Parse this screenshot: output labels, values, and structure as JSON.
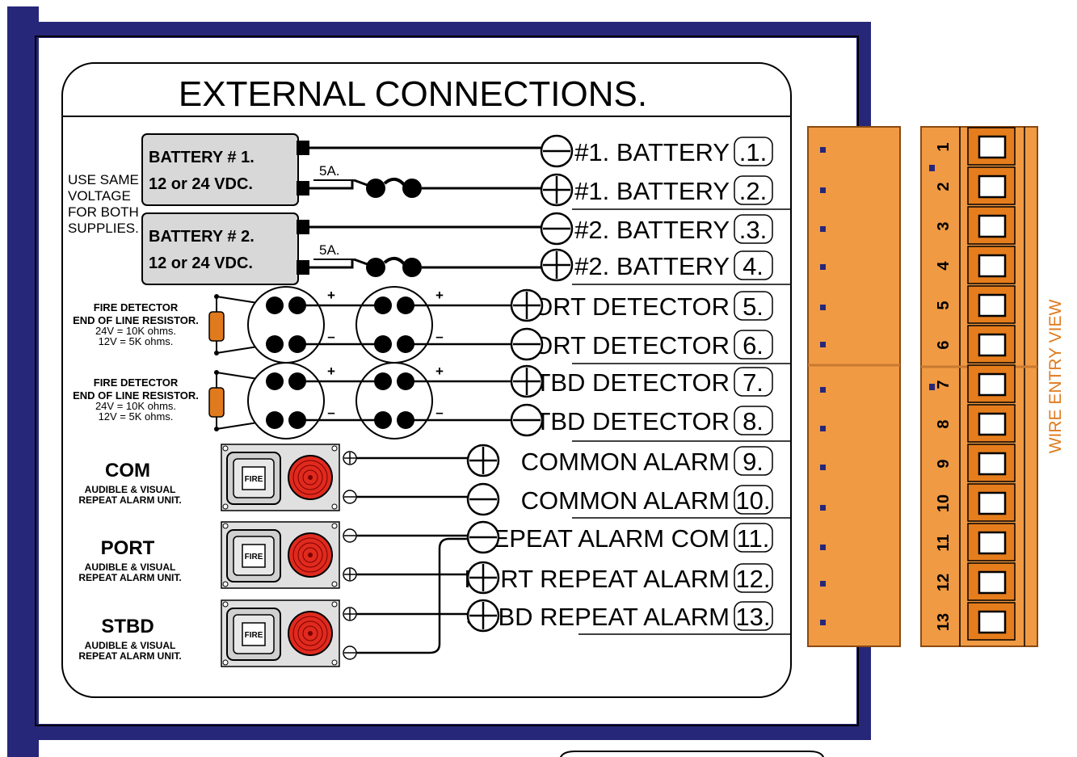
{
  "title": "EXTERNAL CONNECTIONS.",
  "note": [
    "USE SAME",
    "VOLTAGE",
    "FOR BOTH",
    "SUPPLIES."
  ],
  "batteries": [
    {
      "name": "BATTERY # 1.",
      "voltage": "12 or 24 VDC.",
      "fuse": "5A."
    },
    {
      "name": "BATTERY # 2.",
      "voltage": "12 or 24 VDC.",
      "fuse": "5A."
    }
  ],
  "resistor_notes": [
    {
      "l1": "FIRE DETECTOR",
      "l2": "END OF LINE RESISTOR.",
      "l3": "24V = 10K ohms.",
      "l4": "12V =   5K ohms."
    },
    {
      "l1": "FIRE DETECTOR",
      "l2": "END OF LINE RESISTOR.",
      "l3": "24V = 10K ohms.",
      "l4": "12V =   5K ohms."
    }
  ],
  "alarm_units": [
    {
      "name": "COM",
      "l1": "AUDIBLE & VISUAL",
      "l2": "REPEAT ALARM UNIT.",
      "badge": "FIRE"
    },
    {
      "name": "PORT",
      "l1": "AUDIBLE & VISUAL",
      "l2": "REPEAT ALARM UNIT.",
      "badge": "FIRE"
    },
    {
      "name": "STBD",
      "l1": "AUDIBLE & VISUAL",
      "l2": "REPEAT ALARM UNIT.",
      "badge": "FIRE"
    }
  ],
  "terminals": [
    {
      "label": "#1. BATTERY",
      "num": ".1."
    },
    {
      "label": "#1. BATTERY",
      "num": ".2."
    },
    {
      "label": "#2. BATTERY",
      "num": ".3."
    },
    {
      "label": "#2. BATTERY",
      "num": "4."
    },
    {
      "label": "PORT DETECTOR",
      "num": "5."
    },
    {
      "label": "PORT DETECTOR",
      "num": "6."
    },
    {
      "label": "STBD DETECTOR",
      "num": "7."
    },
    {
      "label": "STBD DETECTOR",
      "num": "8."
    },
    {
      "label": "COMMON ALARM",
      "num": "9."
    },
    {
      "label": "COMMON ALARM",
      "num": "10."
    },
    {
      "label": "REPEAT ALARM COM",
      "num": "11."
    },
    {
      "label": "PORT REPEAT ALARM",
      "num": "12."
    },
    {
      "label": "STBD REPEAT ALARM",
      "num": "13."
    }
  ],
  "pins": [
    "1",
    "2",
    "3",
    "4",
    "5",
    "6",
    "7",
    "8",
    "9",
    "10",
    "11",
    "12",
    "13"
  ],
  "wire_entry": "WIRE ENTRY VIEW",
  "detector_signs": {
    "plus": "+",
    "minus": "–"
  },
  "colors": {
    "frame": "#27277a",
    "connector": "#f09a44",
    "connector_edge": "#8a4a12",
    "bulb": "#e02a1e",
    "resistor": "#e07a1f",
    "battery_fill": "#d8d8d8"
  }
}
